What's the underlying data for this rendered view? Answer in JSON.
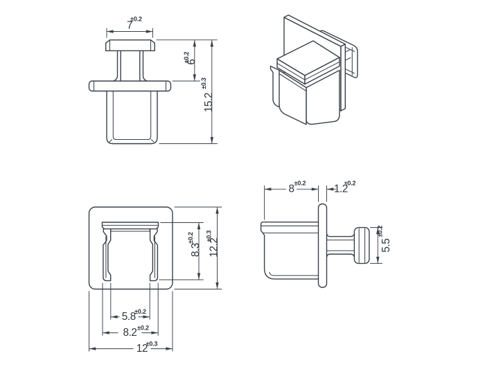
{
  "drawing": {
    "kind": "technical-drawing",
    "subject": "port dust cover plug - 4 view dimensioned drawing",
    "colors": {
      "line": "#3a4048",
      "background": "#ffffff",
      "text": "#2f353c"
    },
    "views": {
      "front": {
        "label": "front-elevation",
        "dims": {
          "knob_width": {
            "value": "7",
            "tol": "±0.2"
          },
          "knob_height": {
            "value": "6",
            "tol": "±0.2"
          },
          "total_height": {
            "value": "15.2",
            "tol": "±0.3"
          }
        }
      },
      "iso": {
        "label": "isometric-view"
      },
      "face": {
        "label": "face-view",
        "dims": {
          "clip_height": {
            "value": "8.3",
            "tol": "±0.2"
          },
          "plate_height": {
            "value": "12.2",
            "tol": "±0.3"
          },
          "clip_inner_width": {
            "value": "5.8",
            "tol": "±0.2"
          },
          "clip_outer_width": {
            "value": "8.2",
            "tol": "±0.2"
          },
          "plate_width": {
            "value": "12",
            "tol": "±0.3"
          }
        }
      },
      "side": {
        "label": "side-elevation",
        "dims": {
          "body_depth": {
            "value": "8",
            "tol": "±0.2"
          },
          "plate_thickness": {
            "value": "1.2",
            "tol": "±0.2"
          },
          "knob_diameter": {
            "value": "5.5",
            "tol": "±0.2"
          }
        }
      }
    }
  }
}
